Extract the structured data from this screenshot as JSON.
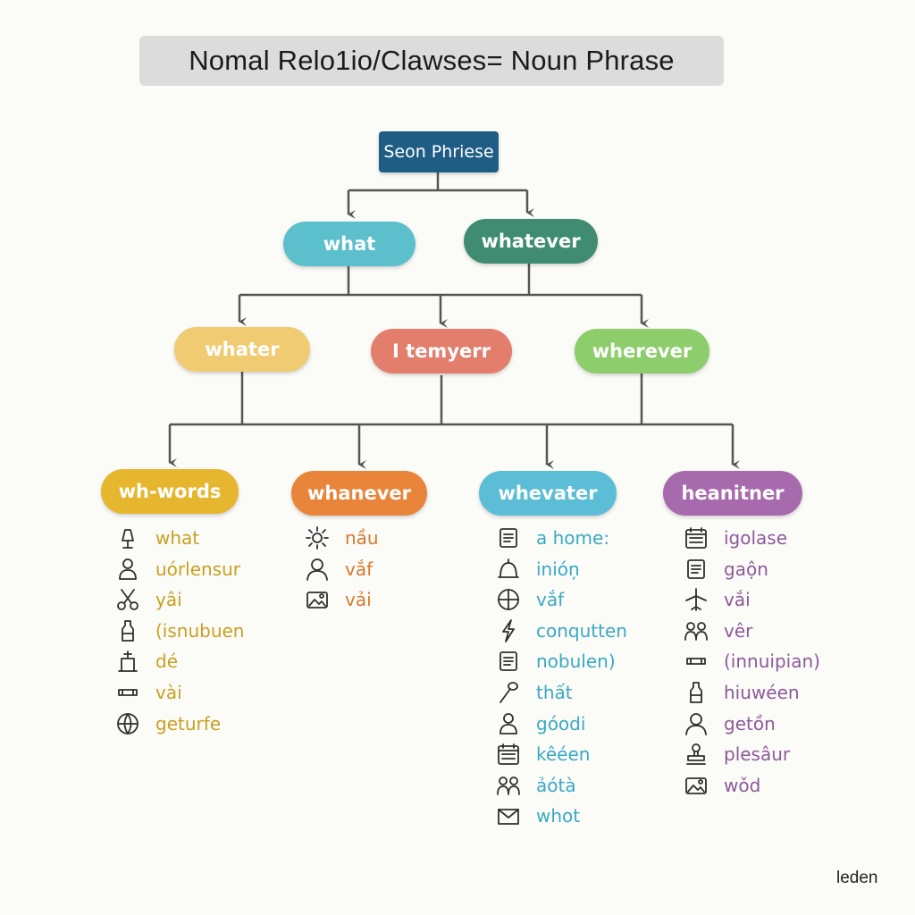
{
  "title": "Nomal Relo1io/Clawses= Noun Phrase",
  "root": {
    "label": "Seon Phriese",
    "color": "#1f5d85"
  },
  "level1": [
    {
      "label": "what",
      "color": "#5bbfcc"
    },
    {
      "label": "whatever",
      "color": "#3f8c73"
    }
  ],
  "level2": [
    {
      "label": "whater",
      "color": "#f0cb72"
    },
    {
      "label": "I temyerr",
      "color": "#e37e6d"
    },
    {
      "label": "wherever",
      "color": "#8dcd6c"
    }
  ],
  "categories": [
    {
      "label": "wh-words",
      "color": "#e6b62e",
      "text_color": "#c9a020",
      "items": [
        {
          "text": "what",
          "icon": "lamp-icon"
        },
        {
          "text": "uórlensur",
          "icon": "person-icon"
        },
        {
          "text": "yâi",
          "icon": "scissors-icon"
        },
        {
          "text": "(isnubuen",
          "icon": "bottle-icon"
        },
        {
          "text": "dé",
          "icon": "building-icon"
        },
        {
          "text": "vài",
          "icon": "bone-icon"
        },
        {
          "text": "geturfe",
          "icon": "globe-icon"
        }
      ]
    },
    {
      "label": "whanever",
      "color": "#e8853a",
      "text_color": "#d8792e",
      "items": [
        {
          "text": "nầu",
          "icon": "sun-icon"
        },
        {
          "text": "vắf",
          "icon": "user-icon"
        },
        {
          "text": "vải",
          "icon": "image-icon"
        }
      ]
    },
    {
      "label": "whevater",
      "color": "#5bbdd6",
      "text_color": "#3aa9c4",
      "items": [
        {
          "text": "a home:",
          "icon": "document-icon"
        },
        {
          "text": "inióņ",
          "icon": "dome-icon"
        },
        {
          "text": "vắf",
          "icon": "compass-icon"
        },
        {
          "text": "conqutten",
          "icon": "lightning-icon"
        },
        {
          "text": "nobulen)",
          "icon": "document-icon"
        },
        {
          "text": "thất",
          "icon": "spoon-icon"
        },
        {
          "text": "góodi",
          "icon": "person-icon"
        },
        {
          "text": "kêéen",
          "icon": "calendar-icon"
        },
        {
          "text": "ảótà",
          "icon": "group-icon"
        },
        {
          "text": "whot",
          "icon": "envelope-icon"
        }
      ]
    },
    {
      "label": "heanitner",
      "color": "#a66aad",
      "text_color": "#8d5a9a",
      "items": [
        {
          "text": "igolase",
          "icon": "calendar-icon"
        },
        {
          "text": "gaộn",
          "icon": "document-icon"
        },
        {
          "text": "vắi",
          "icon": "plane-icon"
        },
        {
          "text": "vêr",
          "icon": "group-icon"
        },
        {
          "text": "(innuipian)",
          "icon": "bone-icon"
        },
        {
          "text": "hiuwéen",
          "icon": "bottle-icon"
        },
        {
          "text": "getồn",
          "icon": "user-icon"
        },
        {
          "text": "plesâur",
          "icon": "stamp-icon"
        },
        {
          "text": "wǒd",
          "icon": "image-icon"
        }
      ]
    }
  ],
  "watermark": "leden"
}
